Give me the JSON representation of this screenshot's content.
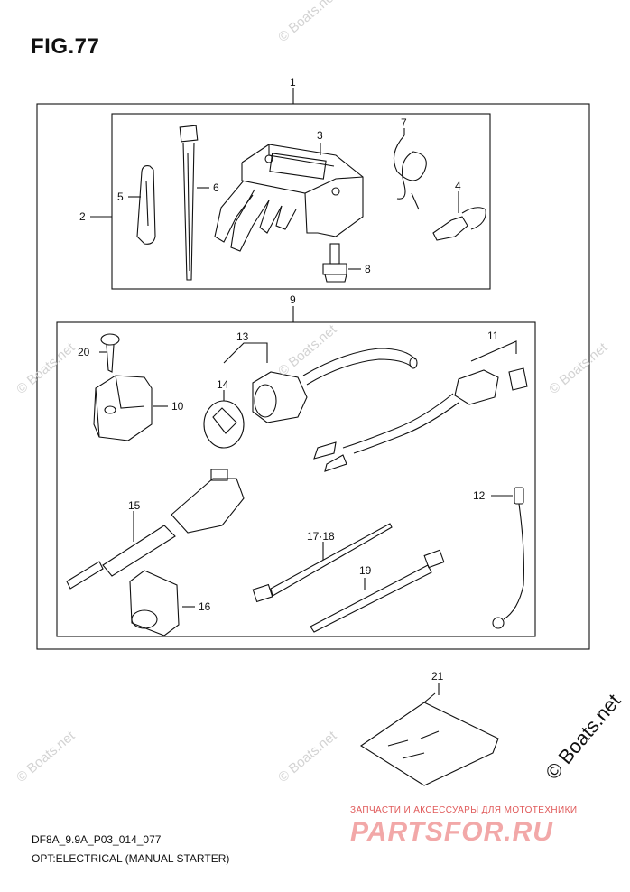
{
  "figure": {
    "title": "FIG.77",
    "model_code": "DF8A_9.9A_P03_014_077",
    "description": "OPT:ELECTRICAL (MANUAL STARTER)"
  },
  "callouts": [
    "1",
    "2",
    "3",
    "4",
    "5",
    "6",
    "7",
    "8",
    "9",
    "10",
    "11",
    "12",
    "13",
    "14",
    "15",
    "16",
    "17·18",
    "19",
    "20",
    "21"
  ],
  "watermark": {
    "text": "© Boats.net",
    "strong_text": "© Boats.net"
  },
  "brand": {
    "tagline": "ЗАПЧАСТИ И АКСЕССУАРЫ ДЛЯ МОТОТЕХНИКИ",
    "logo": "PARTSFOR.RU"
  },
  "colors": {
    "line": "#111111",
    "watermark": "#d3d3d3",
    "brand_red": "#e05a5a"
  }
}
